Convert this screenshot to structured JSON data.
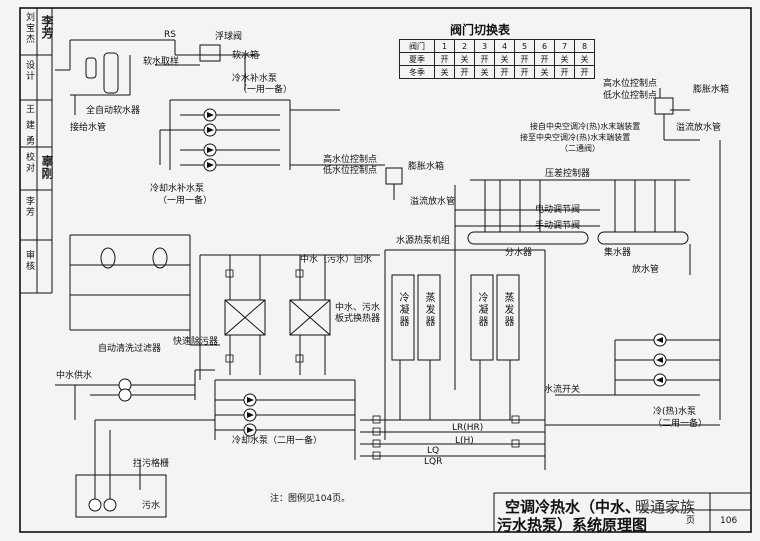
{
  "table": {
    "title": "阀门切换表",
    "header": [
      "阀门",
      "1",
      "2",
      "3",
      "4",
      "5",
      "6",
      "7",
      "8"
    ],
    "rows": [
      [
        "夏季",
        "开",
        "关",
        "开",
        "关",
        "开",
        "开",
        "关",
        "关"
      ],
      [
        "冬季",
        "关",
        "开",
        "关",
        "开",
        "开",
        "关",
        "开",
        "开"
      ]
    ]
  },
  "labels": {
    "rs": "RS",
    "float_valve": "浮球阀",
    "soft_tank": "软水箱",
    "soft_sample": "软水取样",
    "soft_device": "全自动软水器",
    "supply_pipe": "接给水管",
    "softwater_pump": "冷水补水泵",
    "one_use_one_spare_1": "（一用一备）",
    "cooling_pump": "冷却水补水泵",
    "one_use_one_spare_2": "（一用一备）",
    "level_relay_1": "高水位控制点",
    "level_relay_2": "低水位控制点",
    "expansion_tank": "膨胀水箱",
    "overflow_drain": "溢流放水管",
    "hi_ctrl_right": "高水位控制点",
    "lo_ctrl_right": "低水位控制点",
    "expansion_tank_right": "膨胀水箱",
    "overflow_right": "溢流放水管",
    "central_ac_1": "接自中央空调冷(热)水末端装置",
    "central_ac_2": "接至中央空调冷(热)水末端装置",
    "two_way_valve": "（二通阀）",
    "pressure_ctrl": "压差控制器",
    "motor_valve": "电动调节阀",
    "manual_valve": "手动调节阀",
    "distributor": "分水器",
    "collector": "集水器",
    "drain_pipe": "放水管",
    "heat_pump_unit": "水源热泵机组",
    "condenser": "冷凝器",
    "evaporator": "蒸发器",
    "condenser2": "冷凝器",
    "evaporator2": "蒸发器",
    "flow_switch": "水流开关",
    "chilled_pump": "冷(热)水泵",
    "chilled_pump_spare": "（二用一备）",
    "reclaimed_return": "中水（污水）回水",
    "plate_hx": "中水、污水板式换热器",
    "fast_filter": "快速除污器",
    "auto_filter": "自动清洗过滤器",
    "reclaimed_supply": "中水供水",
    "cooling_water_pump": "冷却水泵（二用一备）",
    "trash_grille": "拦污格栅",
    "sewage": "污水",
    "lr_hr": "LR(HR)",
    "l_h": "L(H)",
    "lq": "LQ",
    "lqr": "LQR",
    "note": "注：图例见104页。",
    "page_label": "页",
    "page_no": "106",
    "title_line1": "空调冷热水（中水、",
    "title_line2": "污水热泵）系统原理图",
    "watermark": "暖通家族"
  },
  "side_block": {
    "cells": [
      "审核",
      "李芳",
      "校对",
      "王 建 勇",
      "设计",
      "刘宝杰"
    ],
    "sig": [
      "辜刚",
      "李芳"
    ]
  }
}
